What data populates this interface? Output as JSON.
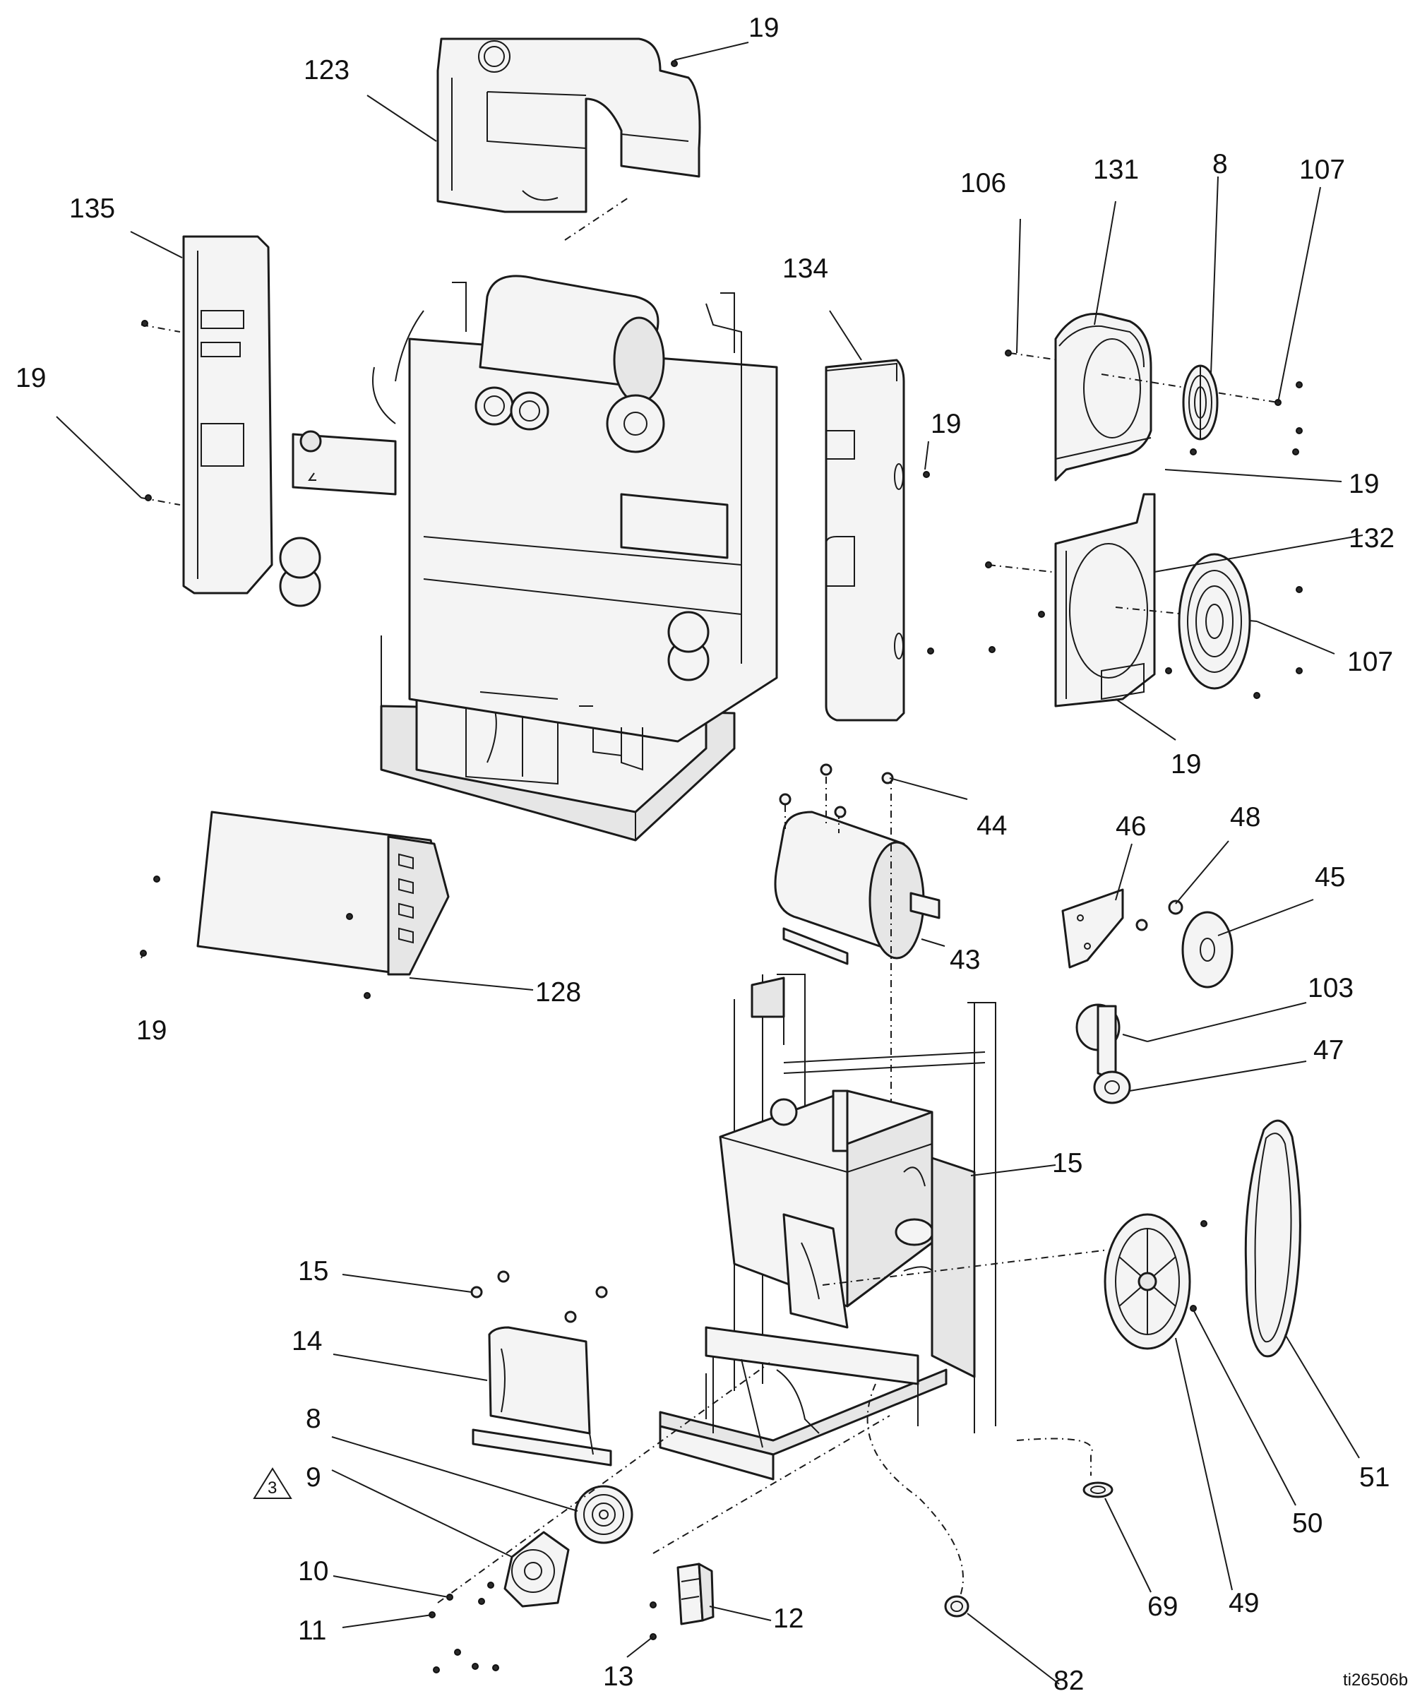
{
  "figure_id": "ti26506b",
  "callouts": {
    "c123": "123",
    "c19_top": "19",
    "c135": "135",
    "c19_left": "19",
    "c134": "134",
    "c19_mid": "19",
    "c106": "106",
    "c131": "131",
    "c8_top": "8",
    "c107_top": "107",
    "c19_right": "19",
    "c132": "132",
    "c107_mid": "107",
    "c19_frame": "19",
    "c44": "44",
    "c46": "46",
    "c48": "48",
    "c45": "45",
    "c43": "43",
    "c128": "128",
    "c19_cover": "19",
    "c103": "103",
    "c47": "47",
    "c15_frame": "15",
    "c15_tr": "15",
    "c14": "14",
    "c8_bottom": "8",
    "c9": "9",
    "c3_note": "3",
    "c10": "10",
    "c11": "11",
    "c12": "12",
    "c13": "13",
    "c82": "82",
    "c69": "69",
    "c49": "49",
    "c50": "50",
    "c51": "51"
  }
}
